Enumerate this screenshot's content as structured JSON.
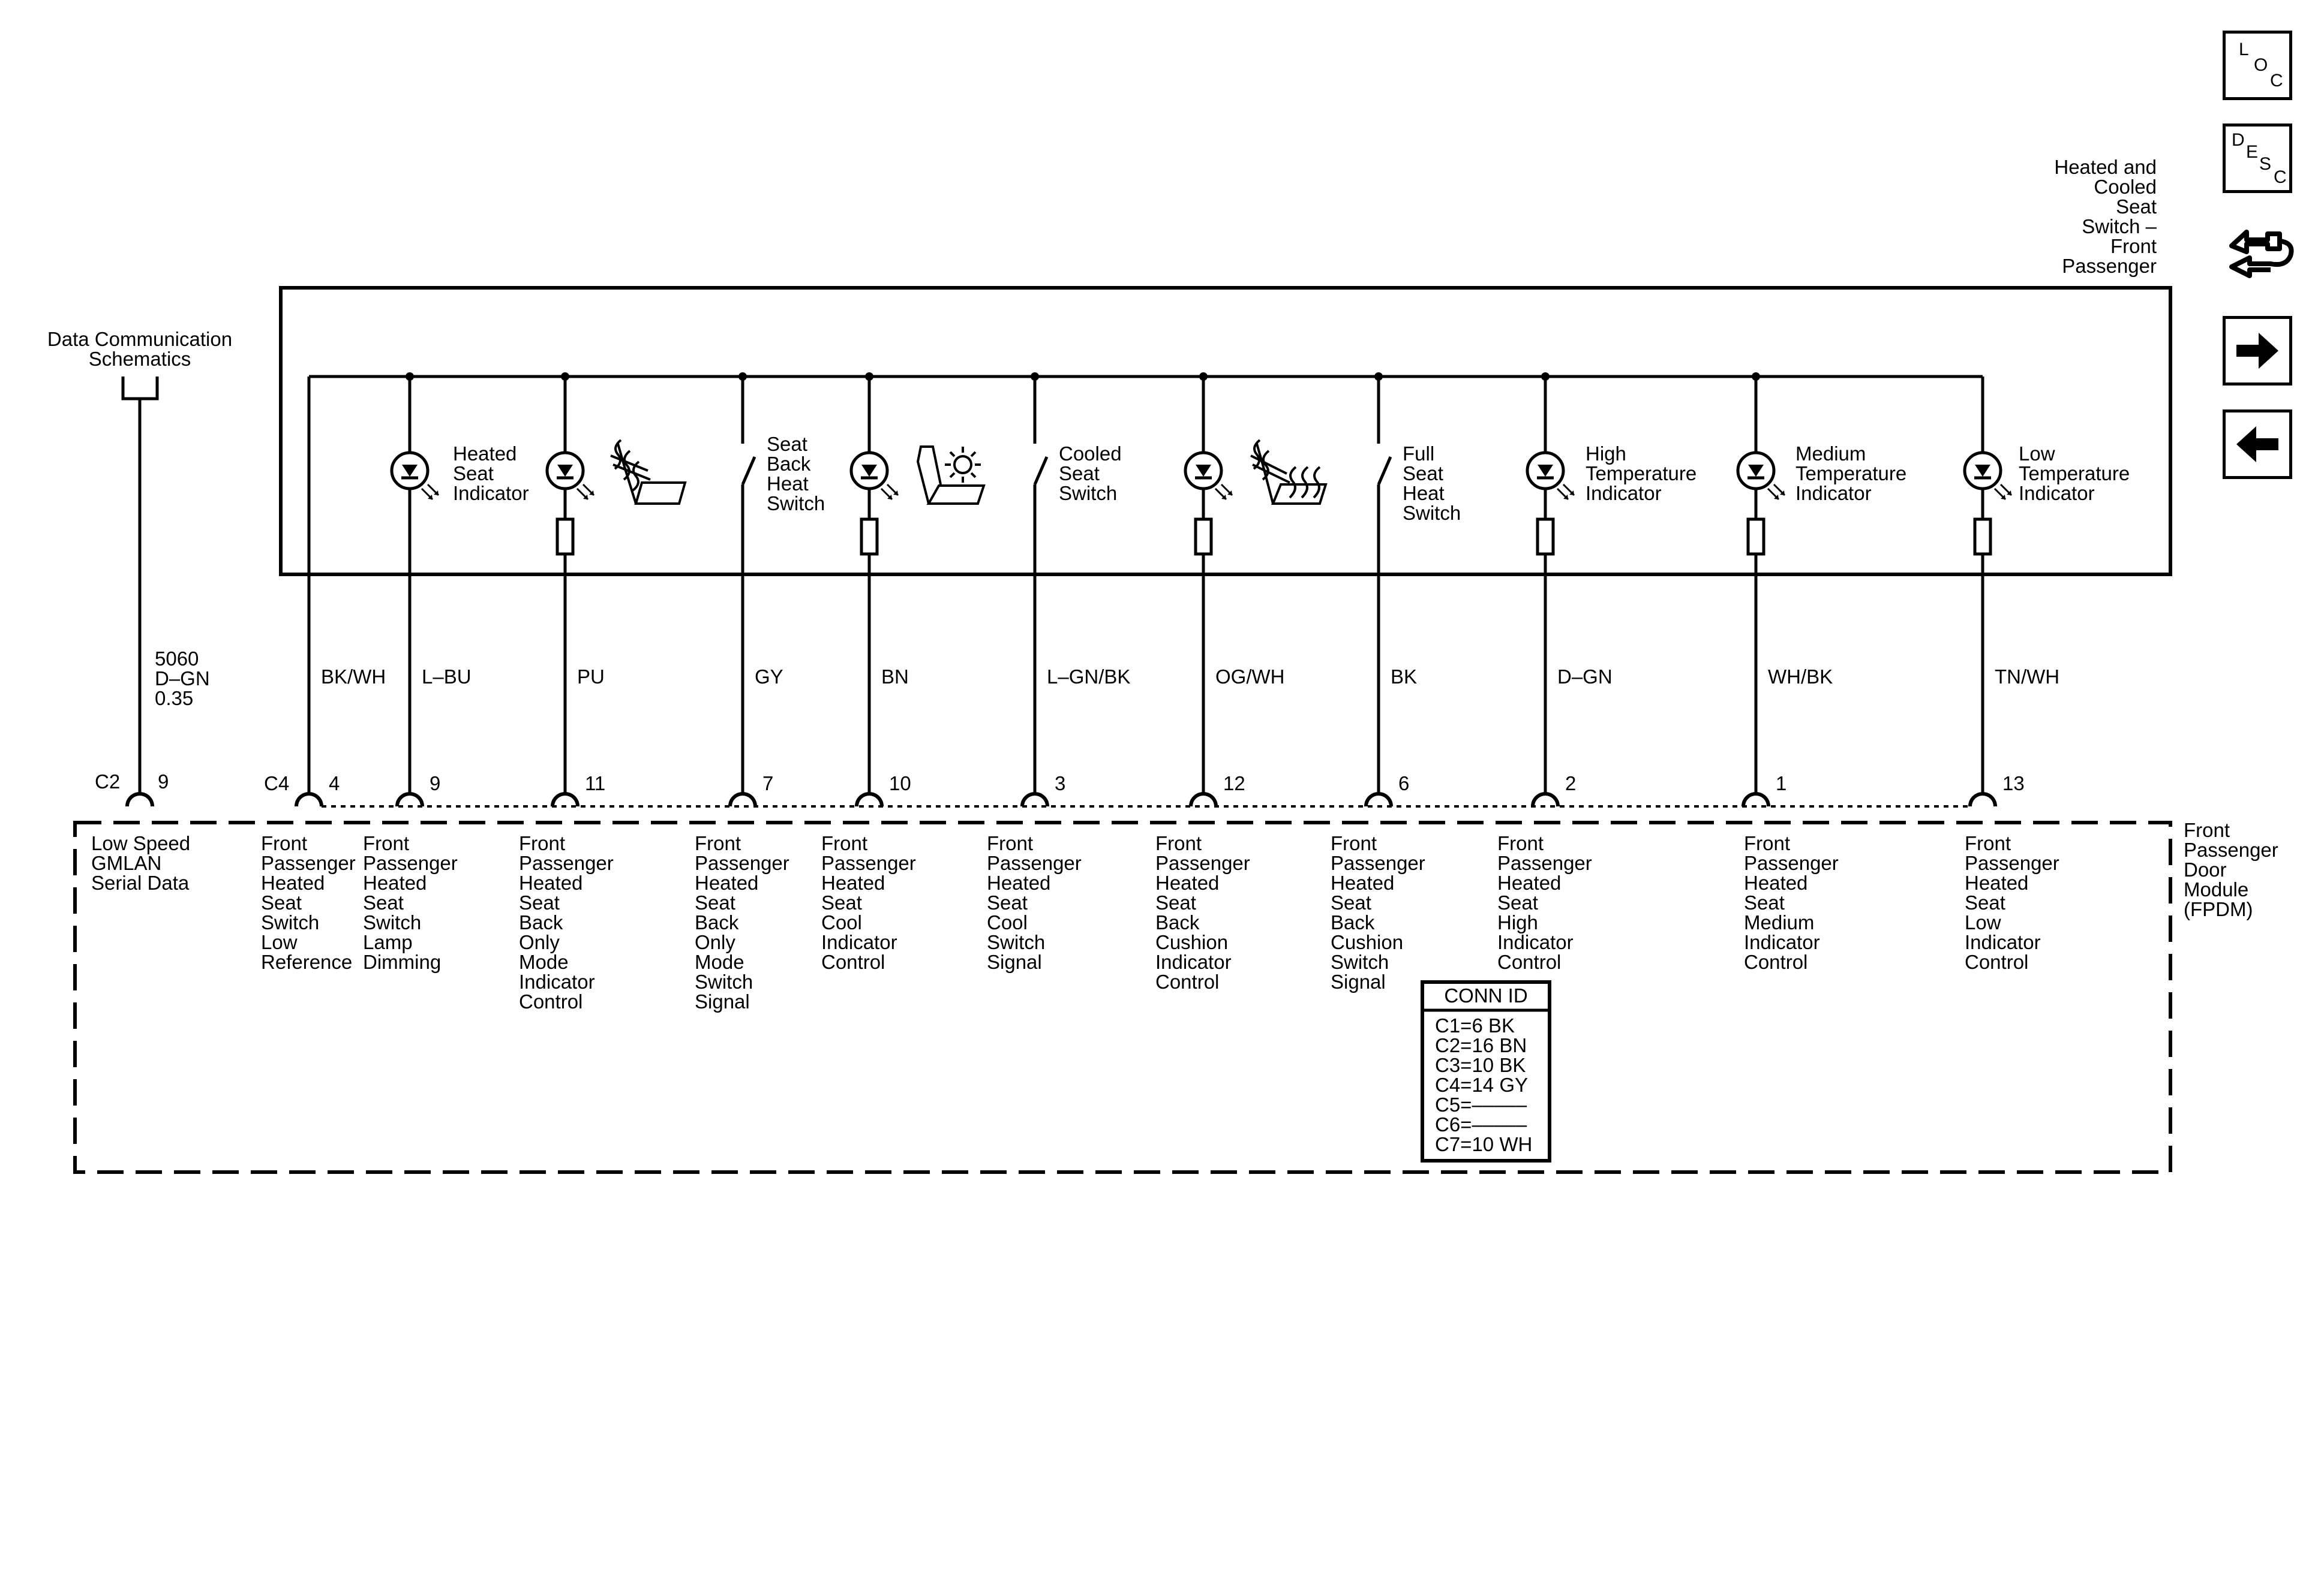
{
  "title_module": [
    "Heated and",
    "Cooled",
    "Seat",
    "Switch –",
    "Front",
    "Passenger"
  ],
  "data_comm": [
    "Data Communication",
    "Schematics"
  ],
  "c2_wire": {
    "circuit": "5060",
    "color": "D–GN",
    "gauge": "0.35",
    "connector": "C2",
    "pin": "9",
    "function": [
      "Low Speed",
      "GMLAN",
      "Serial Data"
    ]
  },
  "c4_connector": "C4",
  "components": [
    {
      "id": "heated-seat-indicator",
      "label": [
        "Heated",
        "Seat",
        "Indicator"
      ]
    },
    {
      "id": "seat-back-heat-switch",
      "label": [
        "Seat",
        "Back",
        "Heat",
        "Switch"
      ]
    },
    {
      "id": "cooled-seat-switch",
      "label": [
        "Cooled",
        "Seat",
        "Switch"
      ]
    },
    {
      "id": "full-seat-heat-switch",
      "label": [
        "Full",
        "Seat",
        "Heat",
        "Switch"
      ]
    },
    {
      "id": "high-temperature-indicator",
      "label": [
        "High",
        "Temperature",
        "Indicator"
      ]
    },
    {
      "id": "medium-temperature-indicator",
      "label": [
        "Medium",
        "Temperature",
        "Indicator"
      ]
    },
    {
      "id": "low-temperature-indicator",
      "label": [
        "Low",
        "Temperature",
        "Indicator"
      ]
    }
  ],
  "wires": [
    {
      "color": "BK/WH",
      "pin": "4",
      "function": [
        "Front",
        "Passenger",
        "Heated",
        "Seat",
        "Switch",
        "Low",
        "Reference"
      ]
    },
    {
      "color": "L–BU",
      "pin": "9",
      "function": [
        "Front",
        "Passenger",
        "Heated",
        "Seat",
        "Switch",
        "Lamp",
        "Dimming"
      ]
    },
    {
      "color": "PU",
      "pin": "11",
      "function": [
        "Front",
        "Passenger",
        "Heated",
        "Seat",
        "Back",
        "Only",
        "Mode",
        "Indicator",
        "Control"
      ]
    },
    {
      "color": "GY",
      "pin": "7",
      "function": [
        "Front",
        "Passenger",
        "Heated",
        "Seat",
        "Back",
        "Only",
        "Mode",
        "Switch",
        "Signal"
      ]
    },
    {
      "color": "BN",
      "pin": "10",
      "function": [
        "Front",
        "Passenger",
        "Heated",
        "Seat",
        "Cool",
        "Indicator",
        "Control"
      ]
    },
    {
      "color": "L–GN/BK",
      "pin": "3",
      "function": [
        "Front",
        "Passenger",
        "Heated",
        "Seat",
        "Cool",
        "Switch",
        "Signal"
      ]
    },
    {
      "color": "OG/WH",
      "pin": "12",
      "function": [
        "Front",
        "Passenger",
        "Heated",
        "Seat",
        "Back",
        "Cushion",
        "Indicator",
        "Control"
      ]
    },
    {
      "color": "BK",
      "pin": "6",
      "function": [
        "Front",
        "Passenger",
        "Heated",
        "Seat",
        "Back",
        "Cushion",
        "Switch",
        "Signal"
      ]
    },
    {
      "color": "D–GN",
      "pin": "2",
      "function": [
        "Front",
        "Passenger",
        "Heated",
        "Seat",
        "High",
        "Indicator",
        "Control"
      ]
    },
    {
      "color": "WH/BK",
      "pin": "1",
      "function": [
        "Front",
        "Passenger",
        "Heated",
        "Seat",
        "Medium",
        "Indicator",
        "Control"
      ]
    },
    {
      "color": "TN/WH",
      "pin": "13",
      "function": [
        "Front",
        "Passenger",
        "Heated",
        "Seat",
        "Low",
        "Indicator",
        "Control"
      ]
    }
  ],
  "fpdm_label": [
    "Front",
    "Passenger",
    "Door",
    "Module",
    "(FPDM)"
  ],
  "conn_id": {
    "title": "CONN ID",
    "rows": [
      "C1=6 BK",
      "C2=16 BN",
      "C3=10 BK",
      "C4=14 GY",
      "C5=–––––",
      "C6=–––––",
      "C7=10 WH"
    ]
  },
  "nav": {
    "loc": [
      "L",
      "O",
      "C"
    ],
    "desc": [
      "D",
      "E",
      "S",
      "C"
    ],
    "icons": [
      "connector-pin-icon",
      "arrow-right-icon",
      "arrow-left-icon"
    ]
  }
}
